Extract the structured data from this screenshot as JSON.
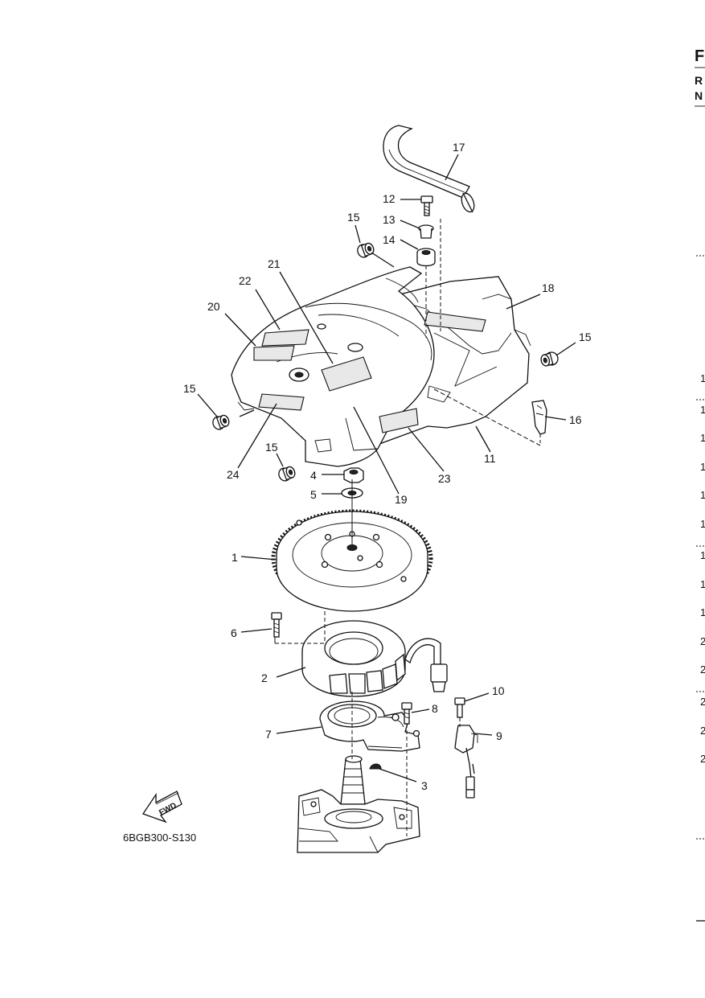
{
  "figure_id": "6BGB300-S130",
  "fwd_label": "FWD",
  "right_edge": {
    "header_letters": [
      "F",
      "R",
      "N"
    ],
    "row_digits": [
      "1",
      "1",
      "1",
      "1",
      "1",
      "1",
      "1",
      "1",
      "1",
      "2",
      "2",
      "2",
      "2",
      "2"
    ]
  },
  "callouts": [
    {
      "id": "c1",
      "text": "1"
    },
    {
      "id": "c2",
      "text": "2"
    },
    {
      "id": "c3",
      "text": "3"
    },
    {
      "id": "c4",
      "text": "4"
    },
    {
      "id": "c5",
      "text": "5"
    },
    {
      "id": "c6",
      "text": "6"
    },
    {
      "id": "c7",
      "text": "7"
    },
    {
      "id": "c8",
      "text": "8"
    },
    {
      "id": "c9",
      "text": "9"
    },
    {
      "id": "c10",
      "text": "10"
    },
    {
      "id": "c11",
      "text": "11"
    },
    {
      "id": "c12",
      "text": "12"
    },
    {
      "id": "c13",
      "text": "13"
    },
    {
      "id": "c14",
      "text": "14"
    },
    {
      "id": "c15a",
      "text": "15"
    },
    {
      "id": "c15b",
      "text": "15"
    },
    {
      "id": "c15c",
      "text": "15"
    },
    {
      "id": "c15d",
      "text": "15"
    },
    {
      "id": "c16",
      "text": "16"
    },
    {
      "id": "c17",
      "text": "17"
    },
    {
      "id": "c18",
      "text": "18"
    },
    {
      "id": "c19",
      "text": "19"
    },
    {
      "id": "c20",
      "text": "20"
    },
    {
      "id": "c21",
      "text": "21"
    },
    {
      "id": "c22",
      "text": "22"
    },
    {
      "id": "c23",
      "text": "23"
    },
    {
      "id": "c24",
      "text": "24"
    }
  ]
}
